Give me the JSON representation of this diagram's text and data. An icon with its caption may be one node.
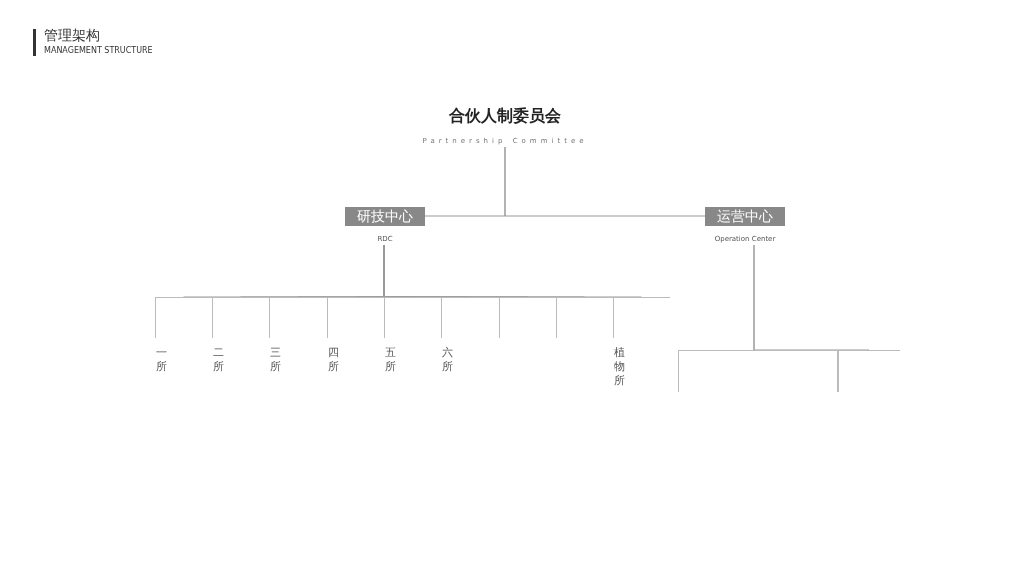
{
  "diagram": {
    "title": "管理架构",
    "caption": "MANAGEMENT STRUCTURE",
    "nodes": [
      {
        "text": [
          "合伙人制委员会",
          "Partnership Committee"
        ]
      },
      {
        "text": [
          "研技中心",
          "RDC"
        ]
      },
      {
        "text": [
          "运营中心",
          "Operation Center"
        ]
      },
      {
        "text": [
          "一所"
        ]
      },
      {
        "text": [
          "二所"
        ]
      },
      {
        "text": [
          "三所"
        ]
      },
      {
        "text": [
          "四所"
        ]
      },
      {
        "text": [
          "五所"
        ]
      },
      {
        "text": [
          "六所"
        ]
      },
      {
        "text": [],
        "shape": "box"
      },
      {
        "text": [],
        "shape": "box"
      },
      {
        "text": [
          "植物所"
        ]
      },
      {
        "text": [],
        "shape": "box"
      },
      {
        "text": [],
        "shape": "box"
      }
    ],
    "edges": [
      {
        "from": 0,
        "to": 1,
        "arrow": "none"
      },
      {
        "from": 0,
        "to": 2,
        "arrow": "none"
      },
      {
        "from": 1,
        "to": 3,
        "arrow": "none"
      },
      {
        "from": 1,
        "to": 4,
        "arrow": "none"
      },
      {
        "from": 1,
        "to": 5,
        "arrow": "none"
      },
      {
        "from": 1,
        "to": 6,
        "arrow": "none"
      },
      {
        "from": 1,
        "to": 7,
        "arrow": "none"
      },
      {
        "from": 1,
        "to": 8,
        "arrow": "none"
      },
      {
        "from": 1,
        "to": 9,
        "arrow": "none"
      },
      {
        "from": 1,
        "to": 10,
        "arrow": "none"
      },
      {
        "from": 1,
        "to": 11,
        "arrow": "none"
      },
      {
        "from": 2,
        "to": 12,
        "arrow": "none"
      },
      {
        "from": 2,
        "to": 13,
        "arrow": "none"
      }
    ]
  }
}
